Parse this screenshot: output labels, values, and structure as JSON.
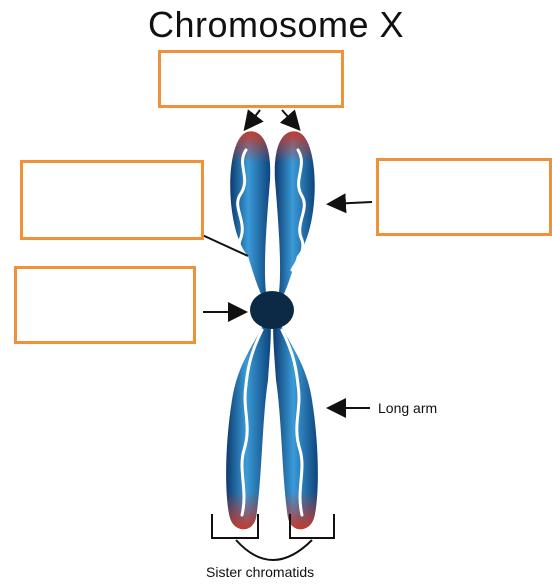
{
  "title": "Chromosome  X",
  "colors": {
    "box_border": "#f0913a",
    "chromatid_dark": "#0d3a6e",
    "chromatid_light": "#3a9bd8",
    "telomere": "#c23a2e",
    "centromere": "#0c2a45",
    "arrow": "#111111"
  },
  "label_boxes": [
    {
      "id": "telomere",
      "answer": ""
    },
    {
      "id": "chromatid",
      "answer": ""
    },
    {
      "id": "centromere",
      "answer": ""
    },
    {
      "id": "short-arm",
      "answer": ""
    }
  ],
  "labels": {
    "long_arm": "Long arm",
    "sister_chromatids": "Sister chromatids"
  }
}
